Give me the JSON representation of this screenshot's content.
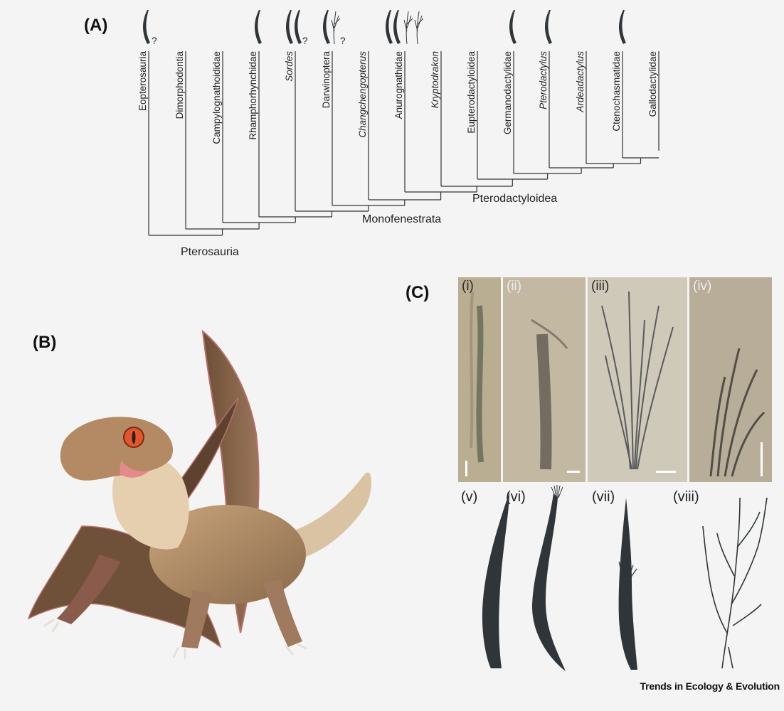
{
  "panels": {
    "a": "(A)",
    "b": "(B)",
    "c": "(C)"
  },
  "tree": {
    "taxa": [
      {
        "name": "Eopterosauria",
        "italic": false
      },
      {
        "name": "Dimorphodontia",
        "italic": false
      },
      {
        "name": "Campylognathoididae",
        "italic": false
      },
      {
        "name": "Rhamphorhynchidae",
        "italic": false
      },
      {
        "name": "Sordes",
        "italic": true
      },
      {
        "name": "Darwinoptera",
        "italic": false
      },
      {
        "name": "Changchengopterus",
        "italic": true
      },
      {
        "name": "Anurognathidae",
        "italic": false
      },
      {
        "name": "Kryptodrakon",
        "italic": true
      },
      {
        "name": "Eupterodactyloidea",
        "italic": false
      },
      {
        "name": "Germanodactylidae",
        "italic": false
      },
      {
        "name": "Pterodactylus",
        "italic": true
      },
      {
        "name": "Ardeadactylus",
        "italic": true
      },
      {
        "name": "Ctenochasmatidae",
        "italic": false
      },
      {
        "name": "Gallodactylidae",
        "italic": false
      }
    ],
    "clades": {
      "pterosauria": "Pterosauria",
      "monofenestrata": "Monofenestrata",
      "pterodactyloidea": "Pterodactyloidea"
    },
    "question_mark": "?"
  },
  "photos": [
    {
      "label": "(i)",
      "tone": "#b9ad92"
    },
    {
      "label": "(ii)",
      "tone": "#c3b9a3"
    },
    {
      "label": "(iii)",
      "tone": "#cfc9b9"
    },
    {
      "label": "(iv)",
      "tone": "#b8ad98"
    }
  ],
  "drawings": [
    "(v)",
    "(vi)",
    "(vii)",
    "(viii)"
  ],
  "credit": "Trends in Ecology & Evolution"
}
